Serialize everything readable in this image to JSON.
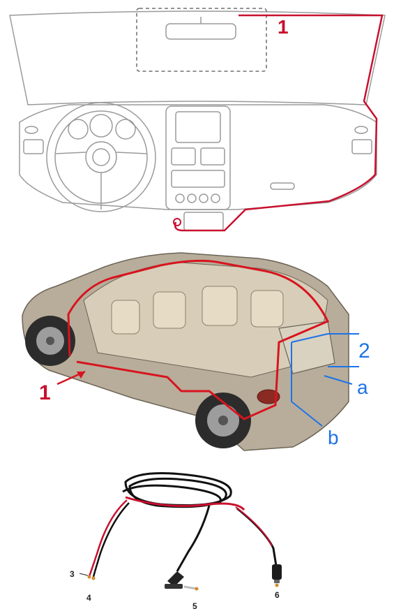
{
  "dashboard": {
    "callout_1": "1"
  },
  "vehicle": {
    "callout_1": "1",
    "callout_2": "2",
    "callout_a": "a",
    "callout_b": "b"
  },
  "cable": {
    "callout_3": "3",
    "callout_4": "4",
    "callout_5": "5",
    "callout_6": "6"
  },
  "colors": {
    "route_red": "#c8102e",
    "callout_blue": "#1e73e8",
    "outline_gray": "#9a9a9a"
  }
}
